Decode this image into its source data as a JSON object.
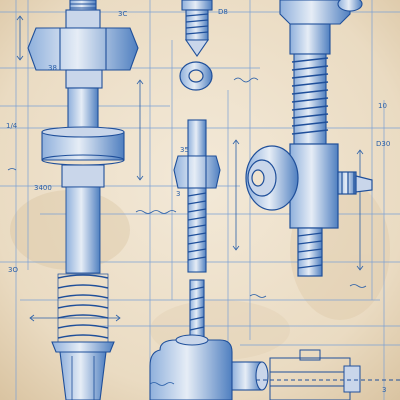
{
  "colors": {
    "paper": "#efe3cf",
    "paper_stain": "#d9c3a0",
    "ink": "#1f4f9a",
    "ink_light": "#7aa0d4",
    "ink_fill": "#c9d6ea"
  },
  "annotations": {
    "a1": "3C",
    "a2": "D8",
    "a3": "38",
    "a4": "1/4",
    "a5": "35",
    "a6": "3",
    "a7": "D30",
    "a8": "3400",
    "a9": "3O",
    "a10": "10",
    "a11": "3"
  }
}
